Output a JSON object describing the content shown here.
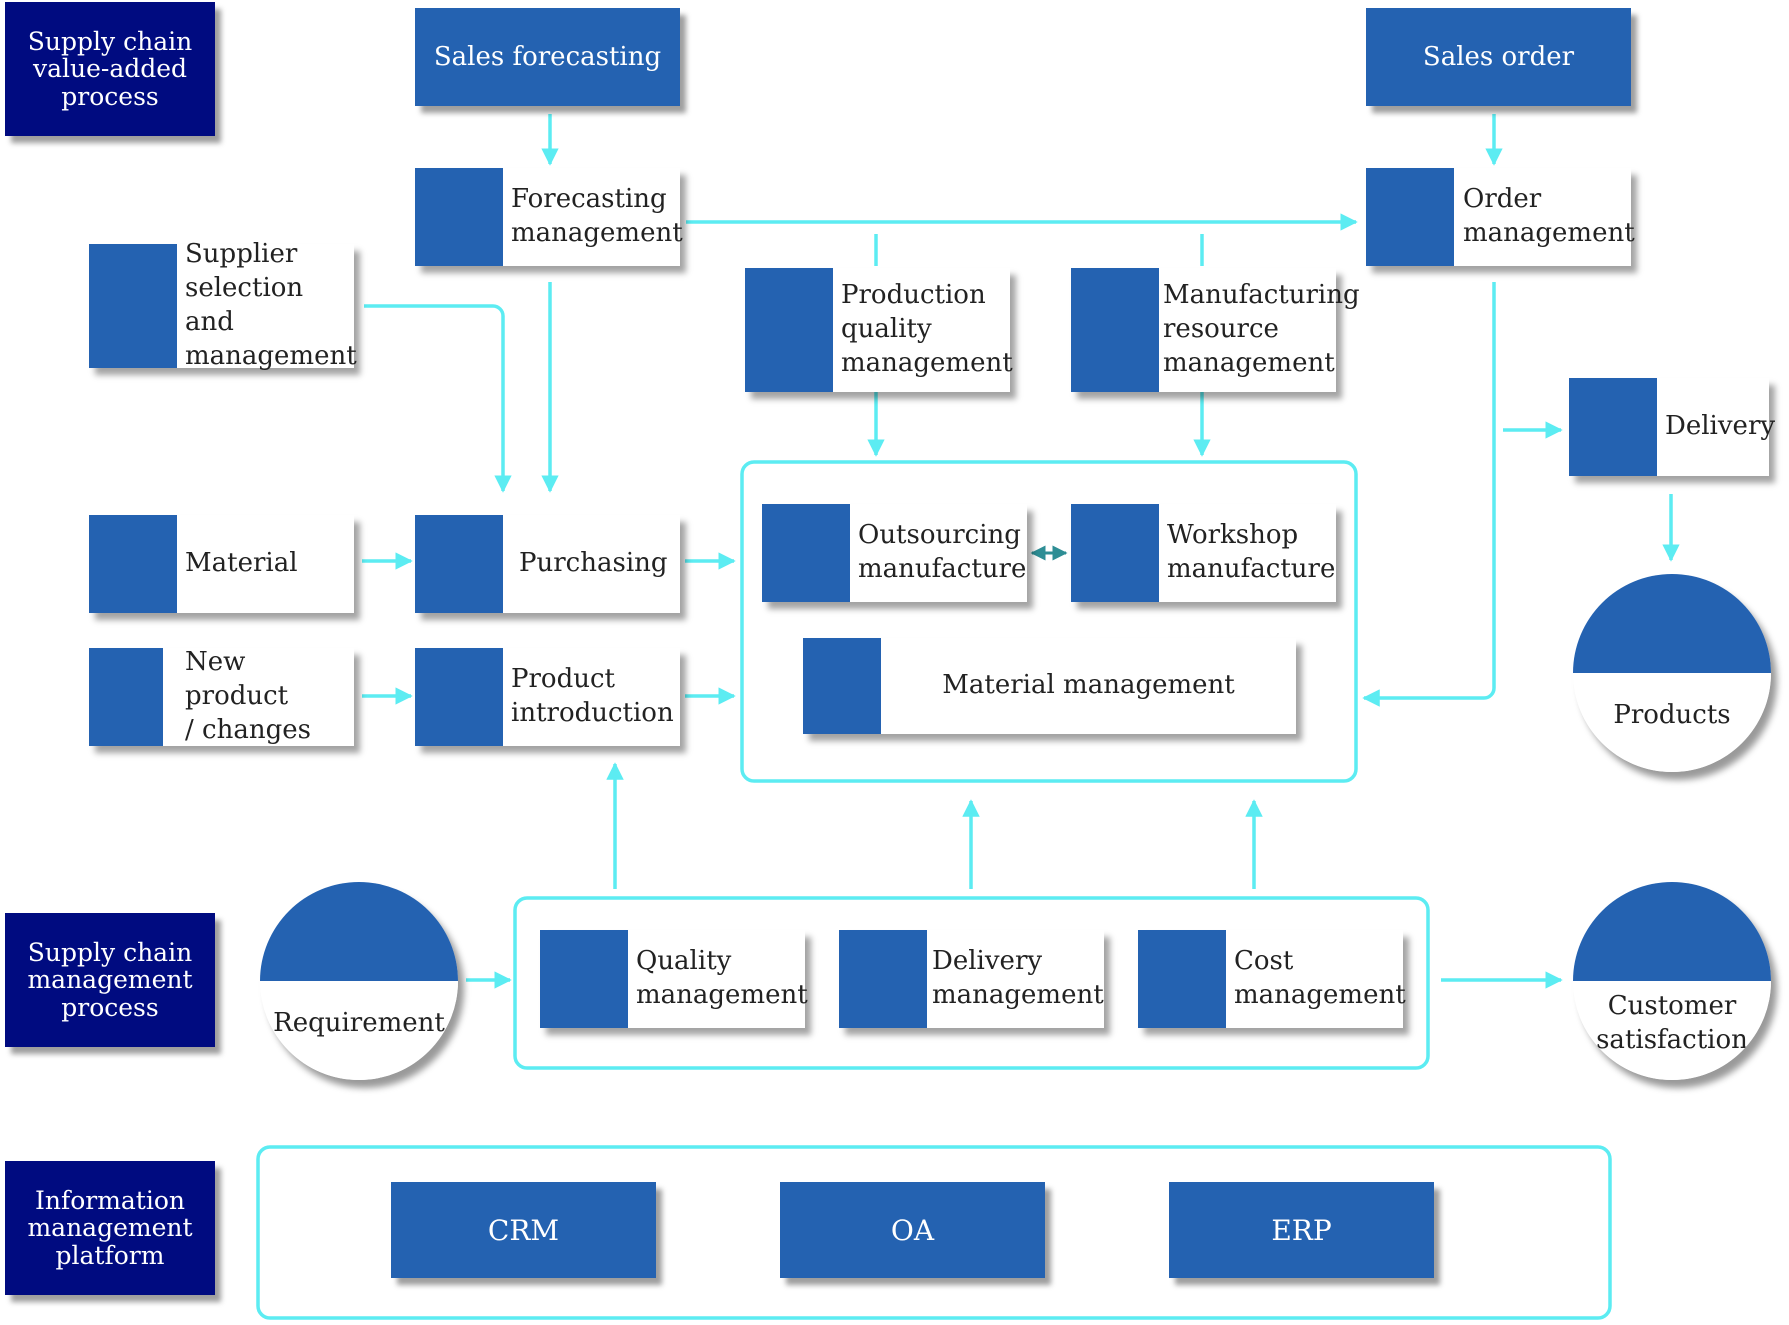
{
  "colors": {
    "label_bg": "#000b80",
    "box_blue": "#2462b1",
    "connector": "#5cecf2",
    "bidirectional_arrow": "#2e8e95"
  },
  "row_labels": {
    "value_added": "Supply chain\nvalue-added\nprocess",
    "management": "Supply chain\nmanagement\nprocess",
    "info_platform": "Information\nmanagement\nplatform"
  },
  "headers": {
    "sales_forecasting": "Sales forecasting",
    "sales_order": "Sales order"
  },
  "cards": {
    "forecasting_management": "Forecasting\nmanagement",
    "order_management": "Order\nmanagement",
    "supplier_selection": "Supplier\nselection and\nmanagement",
    "production_quality": "Production\nquality\nmanagement",
    "manufacturing_resource": "Manufacturing\nresource\nmanagement",
    "delivery": "Delivery",
    "material": "Material",
    "purchasing": "Purchasing",
    "outsourcing": "Outsourcing\nmanufacture",
    "workshop": "Workshop\nmanufacture",
    "material_management": "Material management",
    "new_product": "New product\n/ changes",
    "product_introduction": "Product\nintroduction",
    "quality_management": "Quality\nmanagement",
    "delivery_management": "Delivery\nmanagement",
    "cost_management": "Cost\nmanagement"
  },
  "circles": {
    "products": "Products",
    "requirement": "Requirement",
    "customer_satisfaction": "Customer\nsatisfaction"
  },
  "platform": {
    "crm": "CRM",
    "oa": "OA",
    "erp": "ERP"
  }
}
